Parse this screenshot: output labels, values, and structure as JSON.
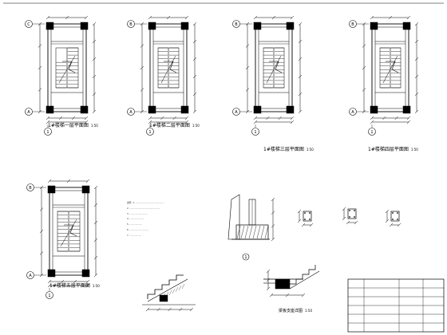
{
  "title": "",
  "plans": [
    {
      "caption": "1#楼梯一层平面图",
      "scale": "1:50",
      "axis_top": "C",
      "axis_bottom": "A",
      "axis_col": "1"
    },
    {
      "caption": "1#楼梯二层平面图",
      "scale": "1:50",
      "axis_top": "B",
      "axis_bottom": "A",
      "axis_col": "1"
    },
    {
      "caption": "1#楼梯三层平面图",
      "scale": "1:50",
      "axis_top": "B",
      "axis_bottom": "A",
      "axis_col": "1"
    },
    {
      "caption": "1#楼梯四层平面图",
      "scale": "1:50",
      "axis_top": "B",
      "axis_bottom": "A",
      "axis_col": "1"
    },
    {
      "caption": "1#楼梯五层平面图",
      "scale": "1:50",
      "axis_top": "B",
      "axis_bottom": "A",
      "axis_col": "1"
    }
  ],
  "details": {
    "detail_caption": "梁板支座详图",
    "detail_scale": "1:50",
    "section_marker": "1"
  },
  "notes": {
    "lines": [
      "说明：1. ...........................................",
      "2. ..............................................",
      "3. ...........................",
      "4. ......................",
      "5. ...................",
      "6. .............................",
      "7. .................."
    ]
  },
  "colors": {
    "ink": "#000000",
    "paper": "#ffffff"
  }
}
